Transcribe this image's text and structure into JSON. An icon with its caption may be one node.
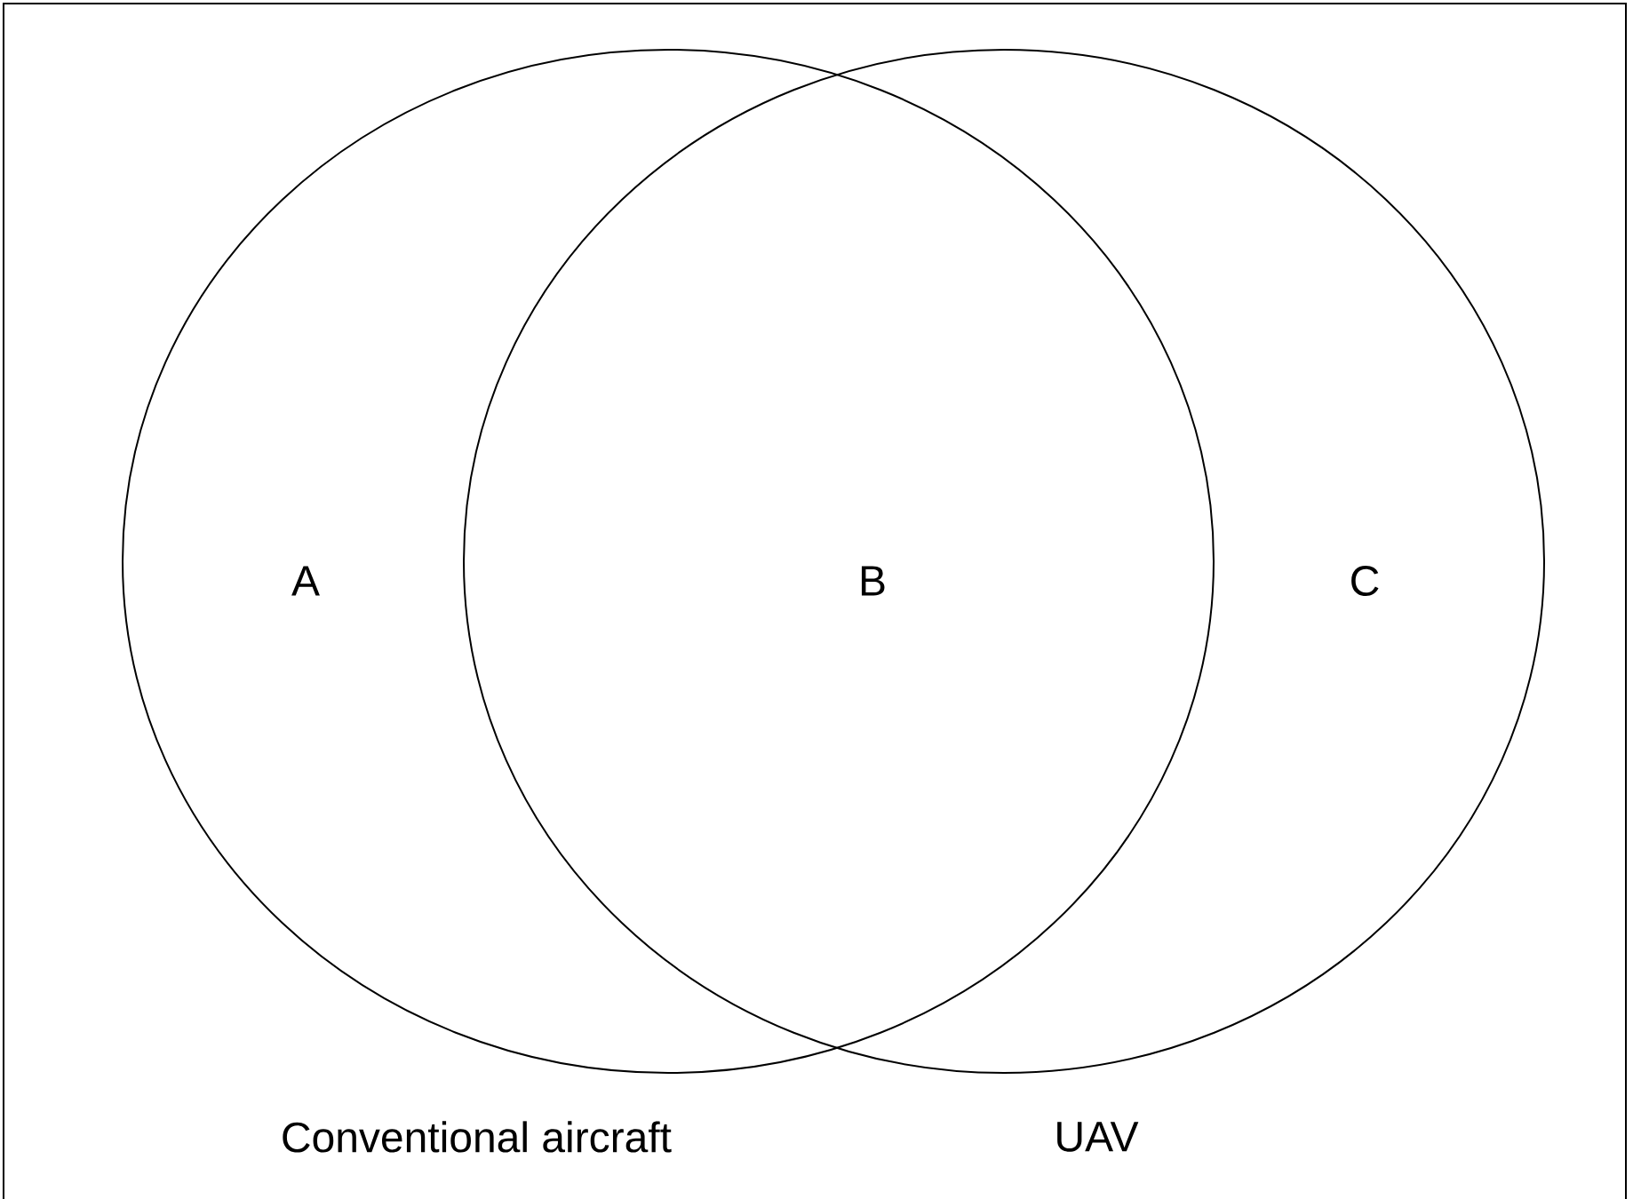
{
  "diagram": {
    "nodes": [
      {
        "text": [
          "Conventional aircraft"
        ]
      },
      {
        "text": [
          "UAV"
        ]
      }
    ],
    "labels": [
      "A",
      "B",
      "C"
    ]
  }
}
